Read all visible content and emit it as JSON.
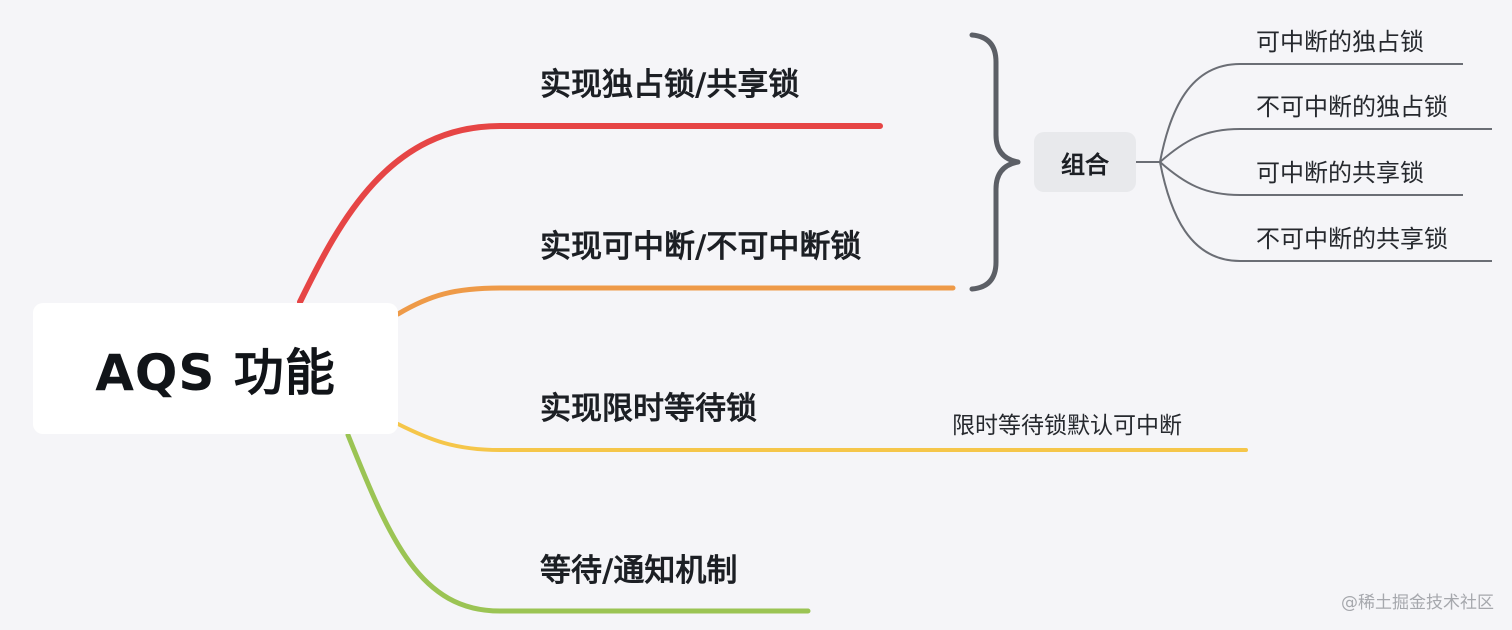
{
  "root": {
    "label": "AQS 功能"
  },
  "branches": [
    {
      "label": "实现独占锁/共享锁",
      "color": "#e64545"
    },
    {
      "label": "实现可中断/不可中断锁",
      "color": "#ee9a48"
    },
    {
      "label": "实现限时等待锁",
      "color": "#f5c64a"
    },
    {
      "label": "等待/通知机制",
      "color": "#9bc454"
    }
  ],
  "combination": {
    "label": "组合",
    "children": [
      {
        "label": "可中断的独占锁"
      },
      {
        "label": "不可中断的独占锁"
      },
      {
        "label": "可中断的共享锁"
      },
      {
        "label": "不可中断的共享锁"
      }
    ]
  },
  "note": {
    "label": "限时等待锁默认可中断"
  },
  "watermark": {
    "label": "@稀土掘金技术社区"
  },
  "colors": {
    "background": "#f5f5f8",
    "brace": "#5c5f66",
    "combo_connector": "#6b6e75"
  }
}
